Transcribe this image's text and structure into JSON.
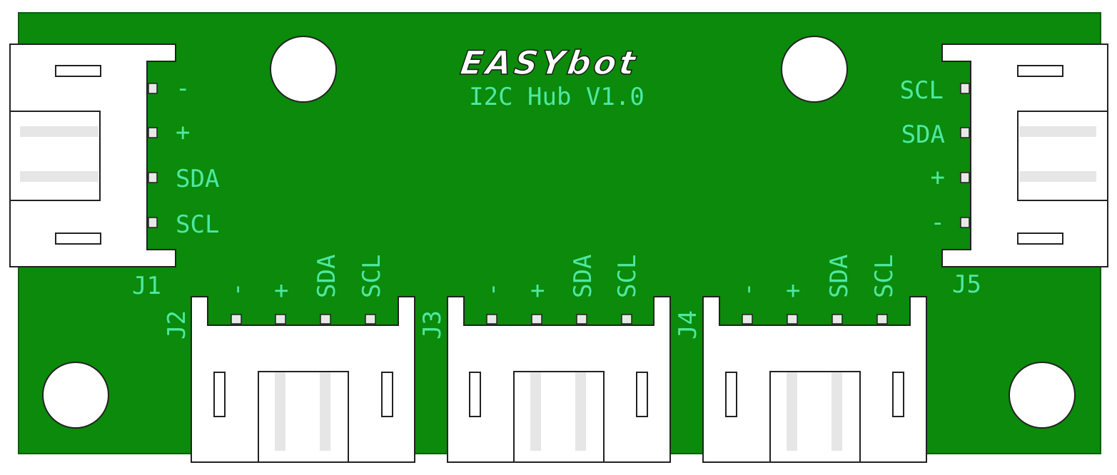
{
  "board": {
    "logo": "EASYbot",
    "subtitle": "I2C Hub V1.0",
    "colors": {
      "pcb": "#0b8a0b",
      "silkscreen": "#4ee8a2",
      "connector": "#ffffff"
    }
  },
  "connectors": {
    "j1": {
      "ref": "J1",
      "pins": [
        "-",
        "+",
        "SDA",
        "SCL"
      ]
    },
    "j2": {
      "ref": "J2",
      "pins": [
        "-",
        "+",
        "SDA",
        "SCL"
      ]
    },
    "j3": {
      "ref": "J3",
      "pins": [
        "-",
        "+",
        "SDA",
        "SCL"
      ]
    },
    "j4": {
      "ref": "J4",
      "pins": [
        "-",
        "+",
        "SDA",
        "SCL"
      ]
    },
    "j5": {
      "ref": "J5",
      "pins": [
        "SCL",
        "SDA",
        "+",
        "-"
      ]
    }
  }
}
